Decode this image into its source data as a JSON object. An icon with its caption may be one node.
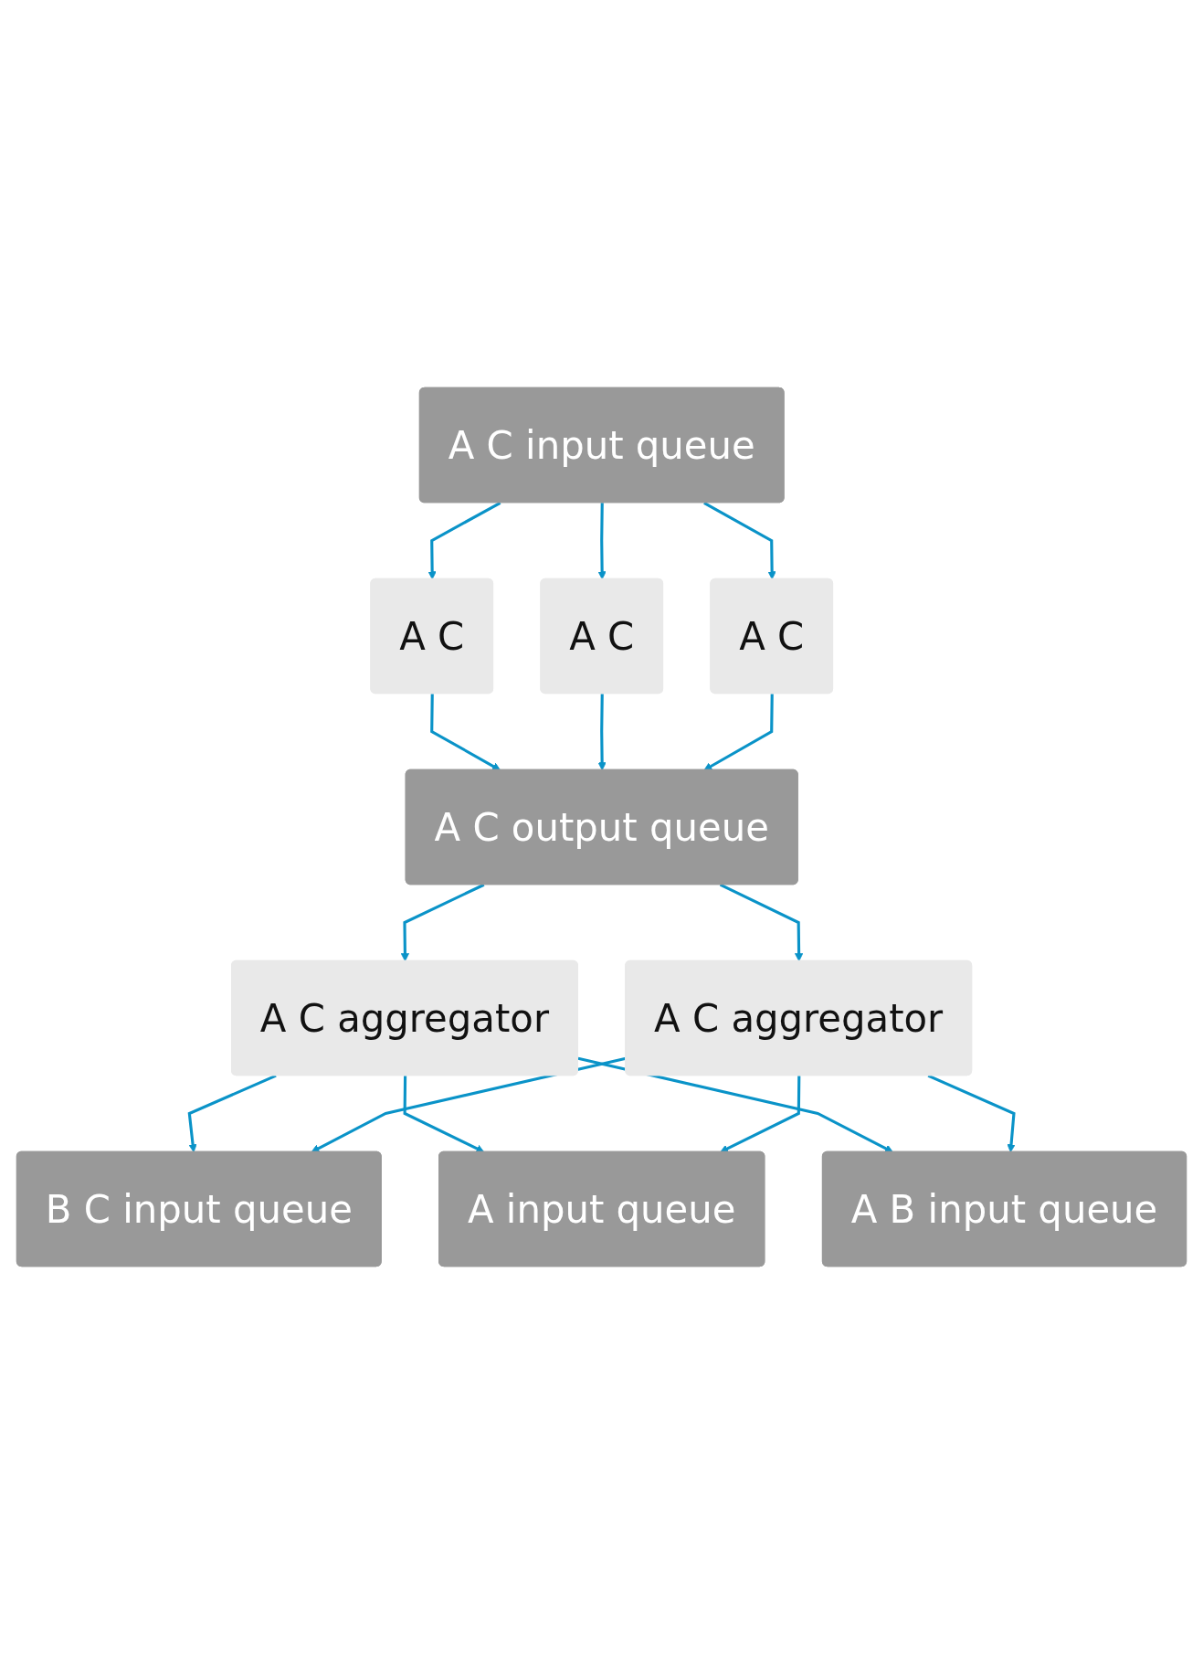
{
  "diagram": {
    "nodes": [
      {
        "text": [
          "A C input queue"
        ]
      },
      {
        "text": [
          "A C"
        ]
      },
      {
        "text": [
          "A C"
        ]
      },
      {
        "text": [
          "A C"
        ]
      },
      {
        "text": [
          "A C output queue"
        ]
      },
      {
        "text": [
          "A C aggregator"
        ]
      },
      {
        "text": [
          "A C aggregator"
        ]
      },
      {
        "text": [
          "B C input queue"
        ]
      },
      {
        "text": [
          "A input queue"
        ]
      },
      {
        "text": [
          "A B input queue"
        ]
      }
    ],
    "edges": [
      {
        "from": 0,
        "to": 1,
        "arrow": "to"
      },
      {
        "from": 0,
        "to": 2,
        "arrow": "to"
      },
      {
        "from": 0,
        "to": 3,
        "arrow": "to"
      },
      {
        "from": 1,
        "to": 4,
        "arrow": "to"
      },
      {
        "from": 2,
        "to": 4,
        "arrow": "to"
      },
      {
        "from": 3,
        "to": 4,
        "arrow": "to"
      },
      {
        "from": 4,
        "to": 5,
        "arrow": "to"
      },
      {
        "from": 4,
        "to": 6,
        "arrow": "to"
      },
      {
        "from": 5,
        "to": 7,
        "arrow": "to"
      },
      {
        "from": 5,
        "to": 8,
        "arrow": "to"
      },
      {
        "from": 5,
        "to": 9,
        "arrow": "to"
      },
      {
        "from": 6,
        "to": 7,
        "arrow": "to"
      },
      {
        "from": 6,
        "to": 8,
        "arrow": "to"
      },
      {
        "from": 6,
        "to": 9,
        "arrow": "to"
      }
    ]
  }
}
